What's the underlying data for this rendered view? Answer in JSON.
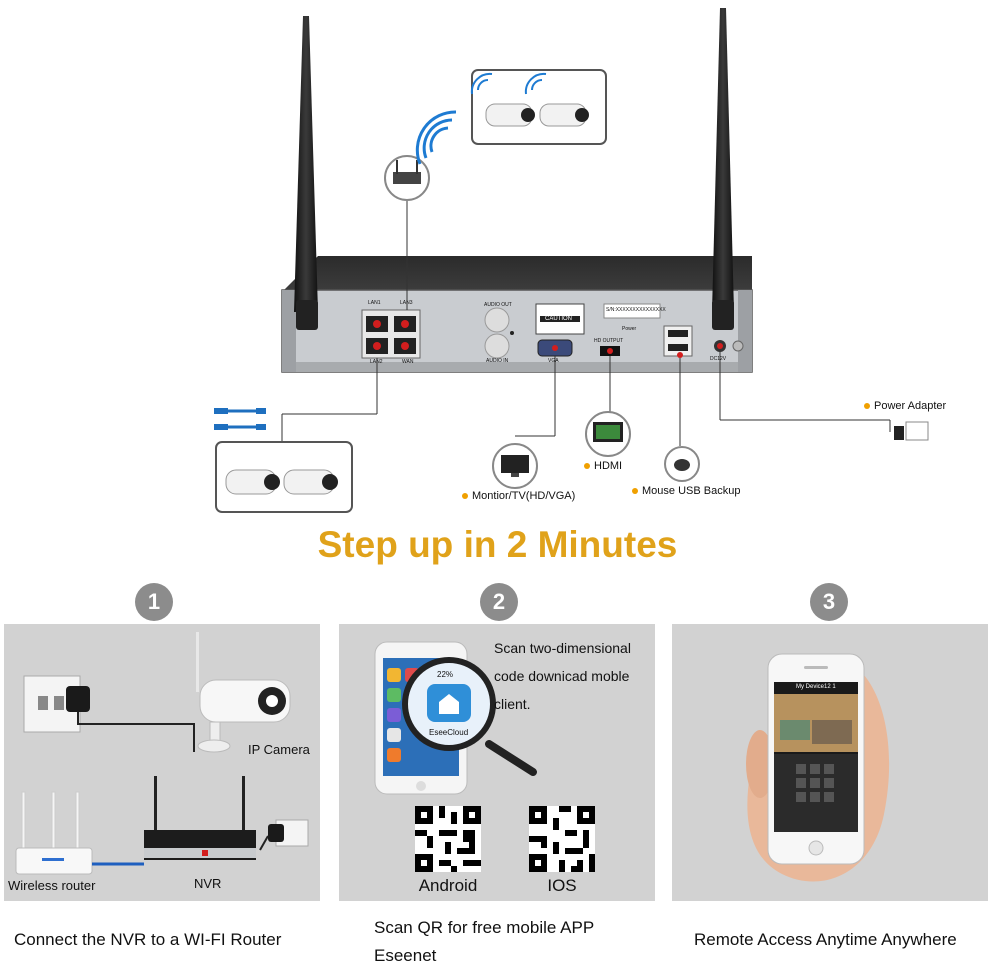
{
  "diagram": {
    "nvr_labels": {
      "lan1": "LAN1",
      "lan3": "LAN3",
      "lan2": "LAN2",
      "wan": "WAN",
      "audio_out": "AUDIO OUT",
      "audio_in": "AUDIO IN",
      "caution": "CAUTION",
      "vga": "VGA",
      "hd_output": "HD OUTPUT",
      "power": "Power",
      "dc12v": "DC12V",
      "serial": "S/N:XXXXXXXXXXXXXXX"
    },
    "callouts": {
      "power_adapter": "Power Adapter",
      "hdmi": "HDMI",
      "monitor": "Montior/TV(HD/VGA)",
      "mouse": "Mouse USB Backup"
    },
    "colors": {
      "accent": "#e0a21a",
      "callout_dot": "#f0a000",
      "panel_bg": "#d2d2d2",
      "badge": "#8c8c8c",
      "port_red": "#d21e1e"
    }
  },
  "headline": "Step up in 2 Minutes",
  "steps": [
    {
      "number": "1",
      "labels": {
        "camera": "IP Camera",
        "router": "Wireless router",
        "nvr": "NVR"
      },
      "caption": "Connect the NVR to a WI-FI Router"
    },
    {
      "number": "2",
      "scan_text": "Scan two-dimensional code downicad moble client.",
      "app_name": "EseeCloud",
      "phone_time": "22%",
      "qr_labels": [
        "Android",
        "IOS"
      ],
      "caption_line1": "Scan QR for free mobile APP",
      "caption_line2": "Eseenet"
    },
    {
      "number": "3",
      "phone_title": "My Device12 1",
      "caption": "Remote Access Anytime Anywhere"
    }
  ]
}
